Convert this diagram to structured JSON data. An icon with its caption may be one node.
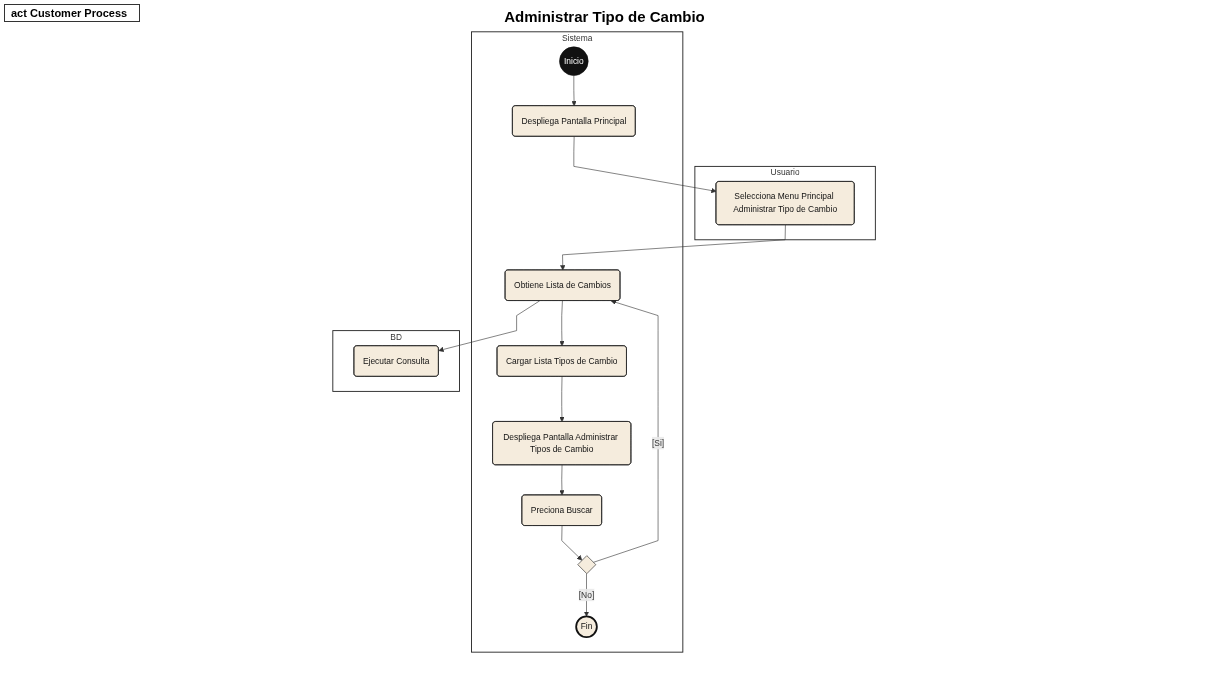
{
  "diagram": {
    "title": "Administrar Tipo de Cambio",
    "nodes": [
      {
        "text": [
          "Usuario"
        ]
      },
      {
        "text": [
          "Sistema"
        ]
      },
      {
        "text": [
          "BD"
        ]
      },
      {
        "text": [
          "Inicio"
        ],
        "in": 1
      },
      {
        "text": [
          "Despliega Pantalla Principal"
        ],
        "in": 1
      },
      {
        "text": [
          "Selecciona Menu Principal Administrar Tipo de Cambio"
        ],
        "in": 0
      },
      {
        "text": [
          "Obtiene Lista de Cambios"
        ],
        "in": 1
      },
      {
        "text": [
          "Ejecutar Consulta"
        ],
        "in": 2
      },
      {
        "text": [
          "Cargar Lista Tipos de Cambio"
        ],
        "in": 1
      },
      {
        "text": [
          "Despliega Pantalla Administrar Tipos de Cambio"
        ],
        "in": 1
      },
      {
        "text": [
          "Preciona Buscar"
        ],
        "in": 1
      },
      {
        "text": [],
        "shape": "diamond",
        "in": 1
      },
      {
        "text": [
          "Fin"
        ],
        "in": 1
      }
    ],
    "edges": [
      {
        "from": 3,
        "to": 4,
        "arrow": "to"
      },
      {
        "from": 4,
        "to": 5,
        "arrow": "to"
      },
      {
        "from": 5,
        "to": 6,
        "arrow": "to"
      },
      {
        "from": 6,
        "to": 7,
        "arrow": "to"
      },
      {
        "from": 6,
        "to": 8,
        "arrow": "to"
      },
      {
        "from": 8,
        "to": 9,
        "arrow": "to"
      },
      {
        "from": 9,
        "to": 10,
        "arrow": "to"
      },
      {
        "from": 10,
        "to": 11,
        "arrow": "to"
      },
      {
        "from": 11,
        "to": 6,
        "label": "[Si]",
        "arrow": "to"
      },
      {
        "from": 11,
        "to": 12,
        "label": "[No]",
        "arrow": "to"
      }
    ],
    "labels": [
      "act Customer Process"
    ]
  }
}
